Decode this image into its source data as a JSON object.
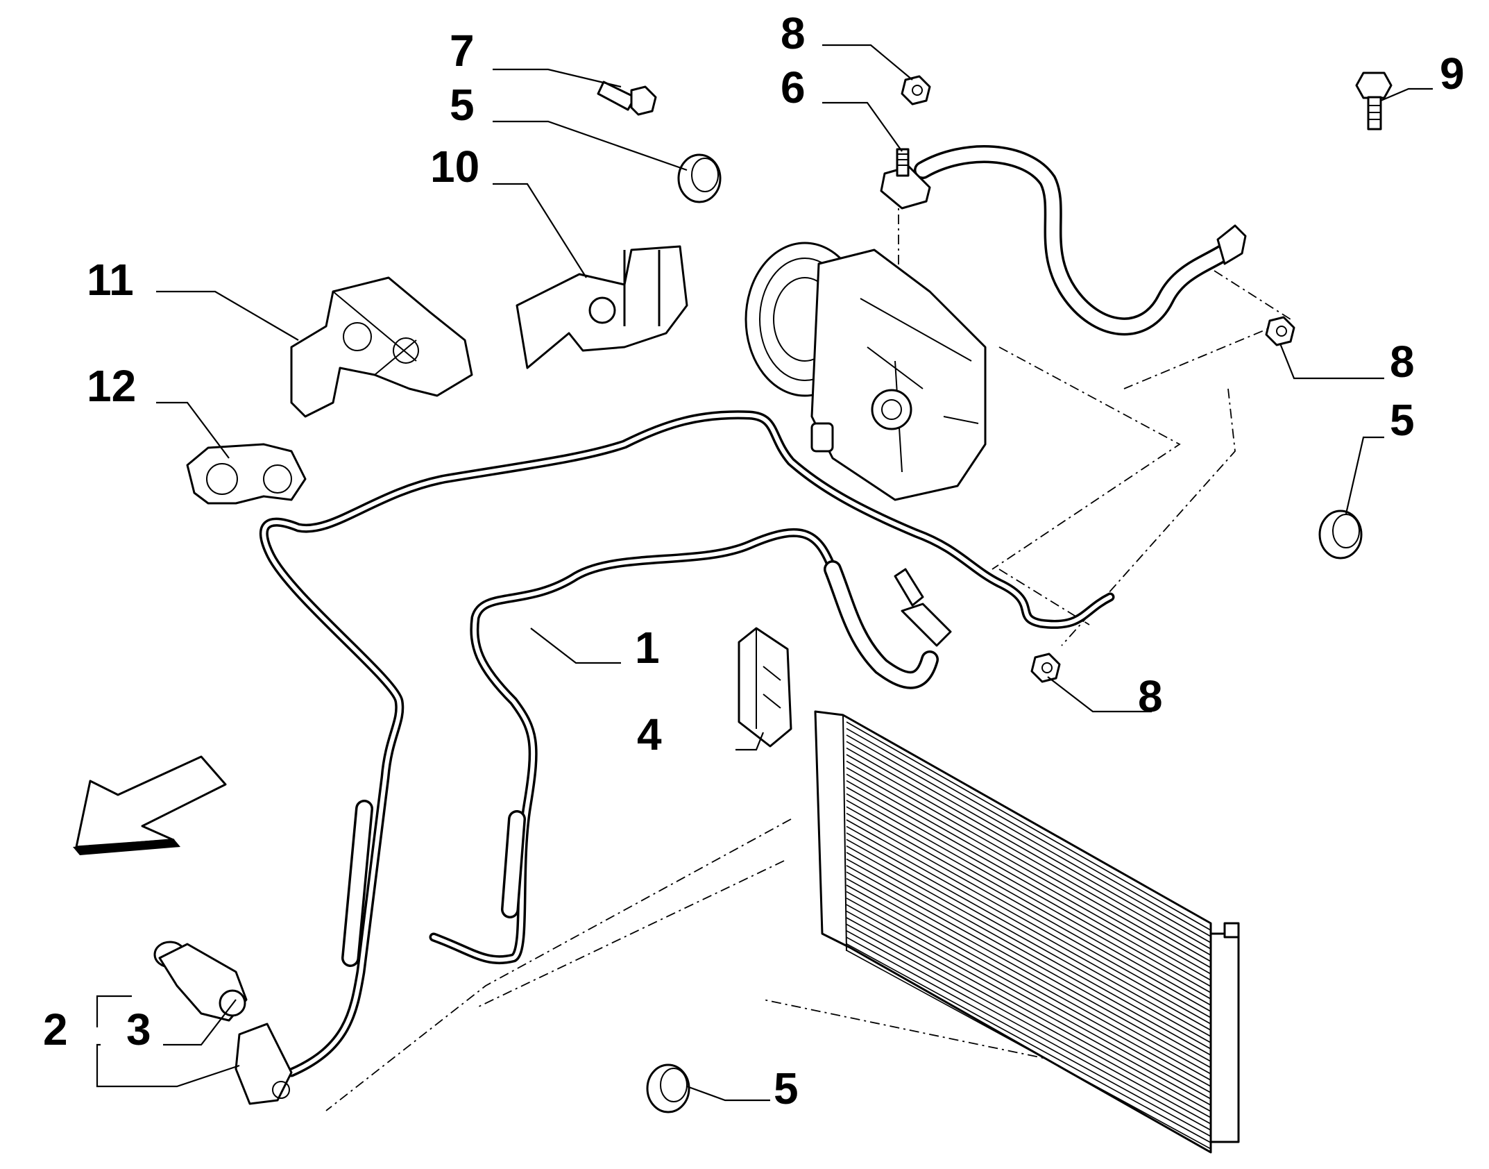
{
  "diagram": {
    "callouts": [
      {
        "id": "c1",
        "text": "1"
      },
      {
        "id": "c2",
        "text": "2"
      },
      {
        "id": "c3",
        "text": "3"
      },
      {
        "id": "c4",
        "text": "4"
      },
      {
        "id": "c5a",
        "text": "5"
      },
      {
        "id": "c5b",
        "text": "5"
      },
      {
        "id": "c5c",
        "text": "5"
      },
      {
        "id": "c6",
        "text": "6"
      },
      {
        "id": "c7",
        "text": "7"
      },
      {
        "id": "c8a",
        "text": "8"
      },
      {
        "id": "c8b",
        "text": "8"
      },
      {
        "id": "c8c",
        "text": "8"
      },
      {
        "id": "c9",
        "text": "9"
      },
      {
        "id": "c10",
        "text": "10"
      },
      {
        "id": "c11",
        "text": "11"
      },
      {
        "id": "c12",
        "text": "12"
      }
    ],
    "icons": [
      "direction-arrow-icon",
      "compressor-icon",
      "condenser-icon",
      "pressure-switch-icon"
    ]
  }
}
